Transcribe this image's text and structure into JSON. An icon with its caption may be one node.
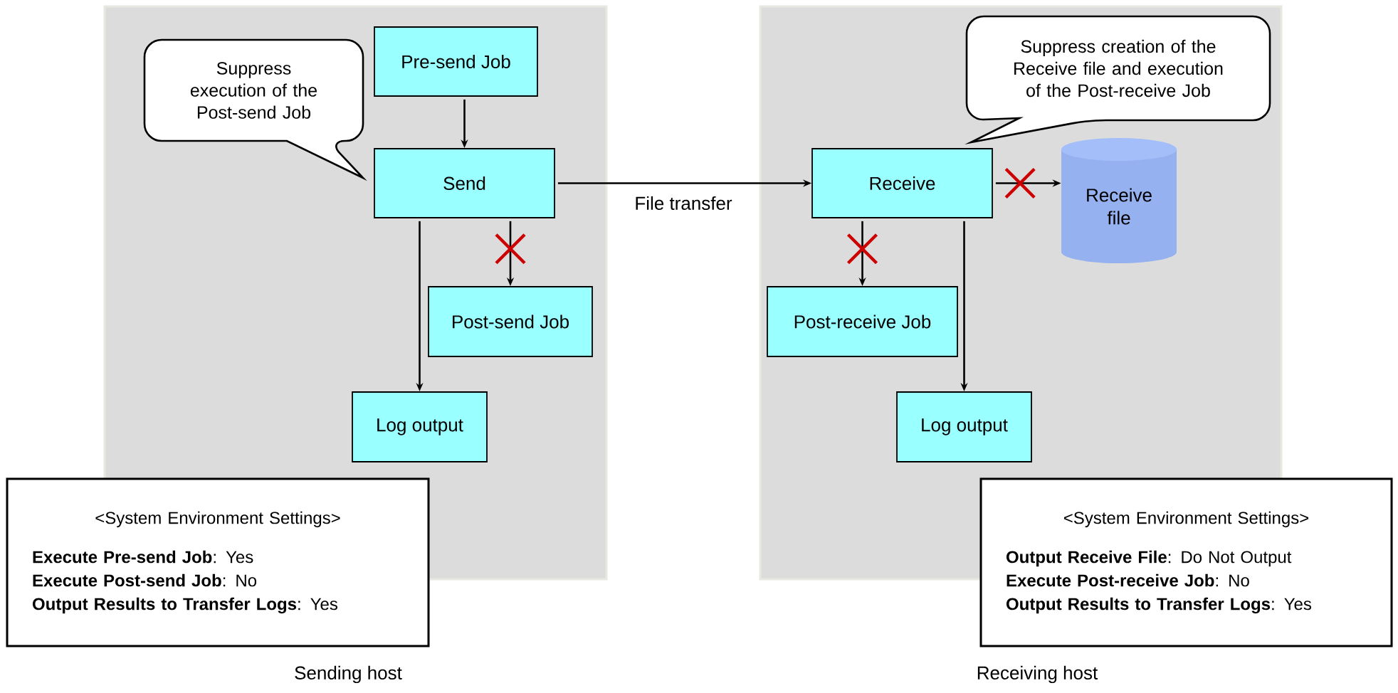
{
  "diagram": {
    "nodes": [
      {
        "text": [],
        "shape": "box"
      },
      {
        "text": [
          "Suppress execution of the Post-send Job"
        ],
        "in": 0
      },
      {
        "text": [
          "Pre-send Job"
        ],
        "in": 0
      },
      {
        "text": [
          "Send"
        ],
        "in": 0
      },
      {
        "text": [
          "Post-send Job"
        ],
        "in": 0
      },
      {
        "text": [
          "Log output"
        ],
        "in": 0
      },
      {
        "text": [
          "<System Environment Settings>",
          "**Execute Pre-send Job**: Yes",
          "**Execute Post-send Job**: No",
          "**Output Results to Transfer Logs**: Yes"
        ]
      },
      {
        "text": [],
        "shape": "box"
      },
      {
        "text": [
          "Suppress creation of the Receive file and execution of the Post-receive Job"
        ],
        "in": 7
      },
      {
        "text": [
          "Receive"
        ],
        "in": 7
      },
      {
        "text": [
          "Receive file"
        ],
        "in": 7
      },
      {
        "text": [
          "Post-receive Job"
        ],
        "in": 7
      },
      {
        "text": [
          "Log output"
        ],
        "in": 7
      },
      {
        "text": [
          "<System Environment Settings>",
          "**Output Receive File**: Do Not Output",
          "**Execute Post-receive Job**: No",
          "**Output Results to Transfer Logs**: Yes"
        ]
      }
    ],
    "edges": [
      {
        "from": 2,
        "to": 3,
        "arrow": "to"
      },
      {
        "from": 3,
        "to": 9,
        "arrow": "to",
        "label": "File transfer"
      },
      {
        "from": 3,
        "to": 5,
        "arrow": "to"
      },
      {
        "from": 3,
        "to": 4,
        "arrow": "to"
      },
      {
        "from": 9,
        "to": 11,
        "arrow": "to"
      },
      {
        "from": 9,
        "to": 12,
        "arrow": "to"
      },
      {
        "from": 9,
        "to": 10,
        "arrow": "to"
      }
    ],
    "labels": [
      "Sending host",
      "Receiving host"
    ]
  }
}
